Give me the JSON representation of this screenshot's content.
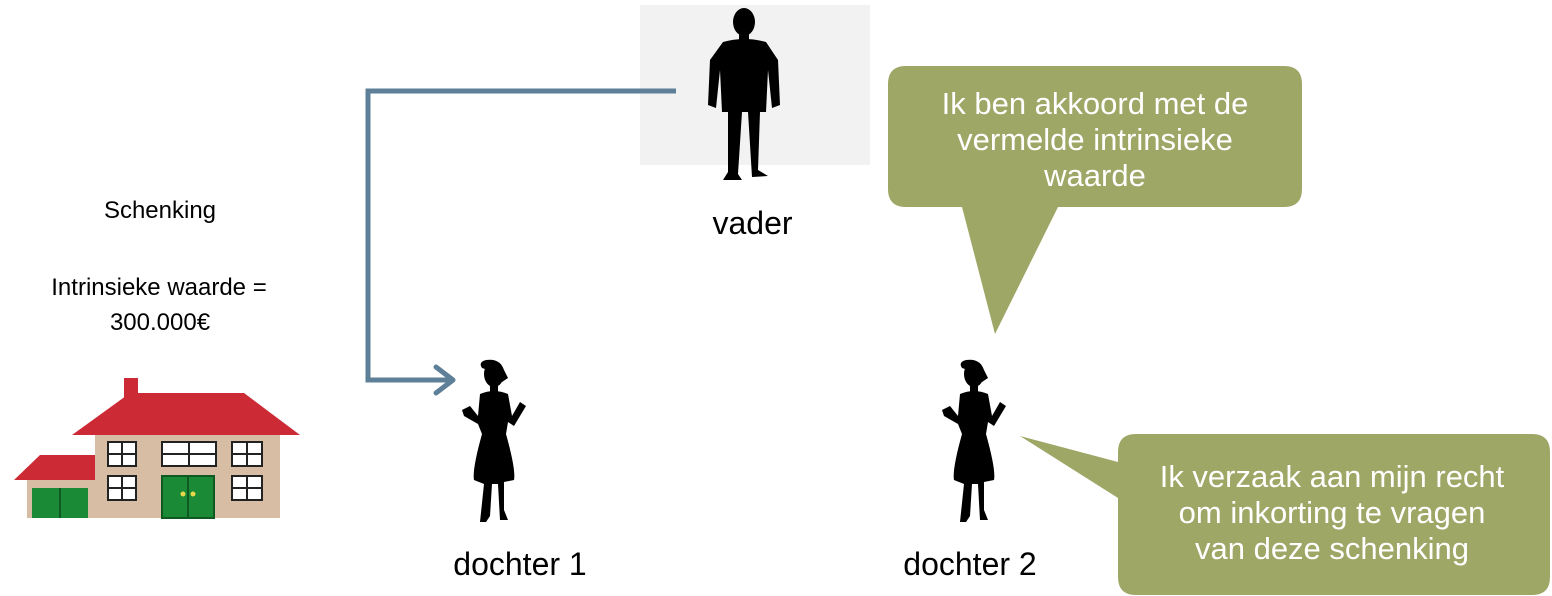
{
  "gift": {
    "title": "Schenking",
    "value_line_1": "Intrinsieke waarde =",
    "value_line_2": "300.000€"
  },
  "persons": {
    "father": "vader",
    "daughter_1": "dochter 1",
    "daughter_2": "dochter 2"
  },
  "bubbles": {
    "agree": [
      "Ik ben akkoord met de",
      "vermelde intrinsieke",
      "waarde"
    ],
    "waive": [
      "Ik verzaak aan mijn recht",
      "om inkorting te vragen",
      "van deze schenking"
    ]
  },
  "colors": {
    "bubble_fill": "#9ea766",
    "connector": "#5e7f98",
    "roof": "#cc2a35",
    "wall": "#d6bda3",
    "door": "#1a8a36",
    "silhouette": "#000000"
  },
  "icons": [
    "house-icon",
    "man-silhouette-icon",
    "woman-silhouette-icon"
  ]
}
